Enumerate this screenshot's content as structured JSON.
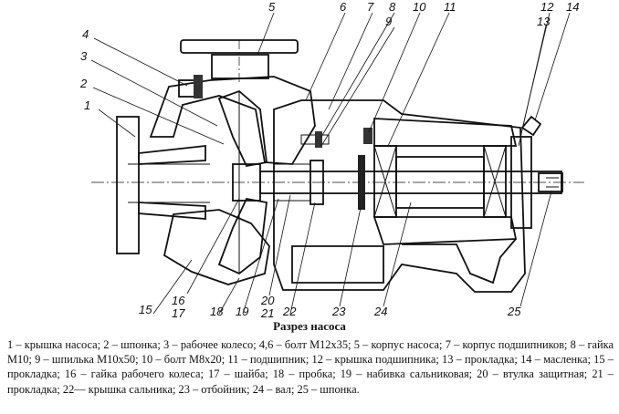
{
  "figure": {
    "callouts": [
      {
        "id": "c1",
        "label": "1"
      },
      {
        "id": "c2",
        "label": "2"
      },
      {
        "id": "c3",
        "label": "3"
      },
      {
        "id": "c4",
        "label": "4"
      },
      {
        "id": "c5",
        "label": "5"
      },
      {
        "id": "c6",
        "label": "6"
      },
      {
        "id": "c7",
        "label": "7"
      },
      {
        "id": "c8",
        "label": "8"
      },
      {
        "id": "c9",
        "label": "9"
      },
      {
        "id": "c10",
        "label": "10"
      },
      {
        "id": "c11",
        "label": "11"
      },
      {
        "id": "c12",
        "label": "12"
      },
      {
        "id": "c13",
        "label": "13"
      },
      {
        "id": "c14",
        "label": "14"
      },
      {
        "id": "c15",
        "label": "15"
      },
      {
        "id": "c16",
        "label": "16"
      },
      {
        "id": "c17",
        "label": "17"
      },
      {
        "id": "c18",
        "label": "18"
      },
      {
        "id": "c19",
        "label": "19"
      },
      {
        "id": "c20",
        "label": "20"
      },
      {
        "id": "c21",
        "label": "21"
      },
      {
        "id": "c22",
        "label": "22"
      },
      {
        "id": "c23",
        "label": "23"
      },
      {
        "id": "c24",
        "label": "24"
      },
      {
        "id": "c25",
        "label": "25"
      }
    ]
  },
  "caption": "Разрез насоса",
  "legend": "1 – крышка насоса; 2 – шпонка; 3 – рабочее колесо; 4,6 – болт М12х35; 5 – корпус насоса; 7 – корпус подшипников; 8 – гайка М10; 9 – шпилька М10х50; 10 – болт М8х20; 11 – подшипник; 12 – крышка подшипника; 13 – прокладка; 14 – масленка; 15 – прокладка; 16 – гайка рабочего колеса; 17 – шайба; 18 – пробка; 19 – набивка сальниковая; 20 – втулка защитная; 21 – прокладка; 22— крышка сальника; 23 – отбойник; 24 – вал; 25 – шпонка."
}
